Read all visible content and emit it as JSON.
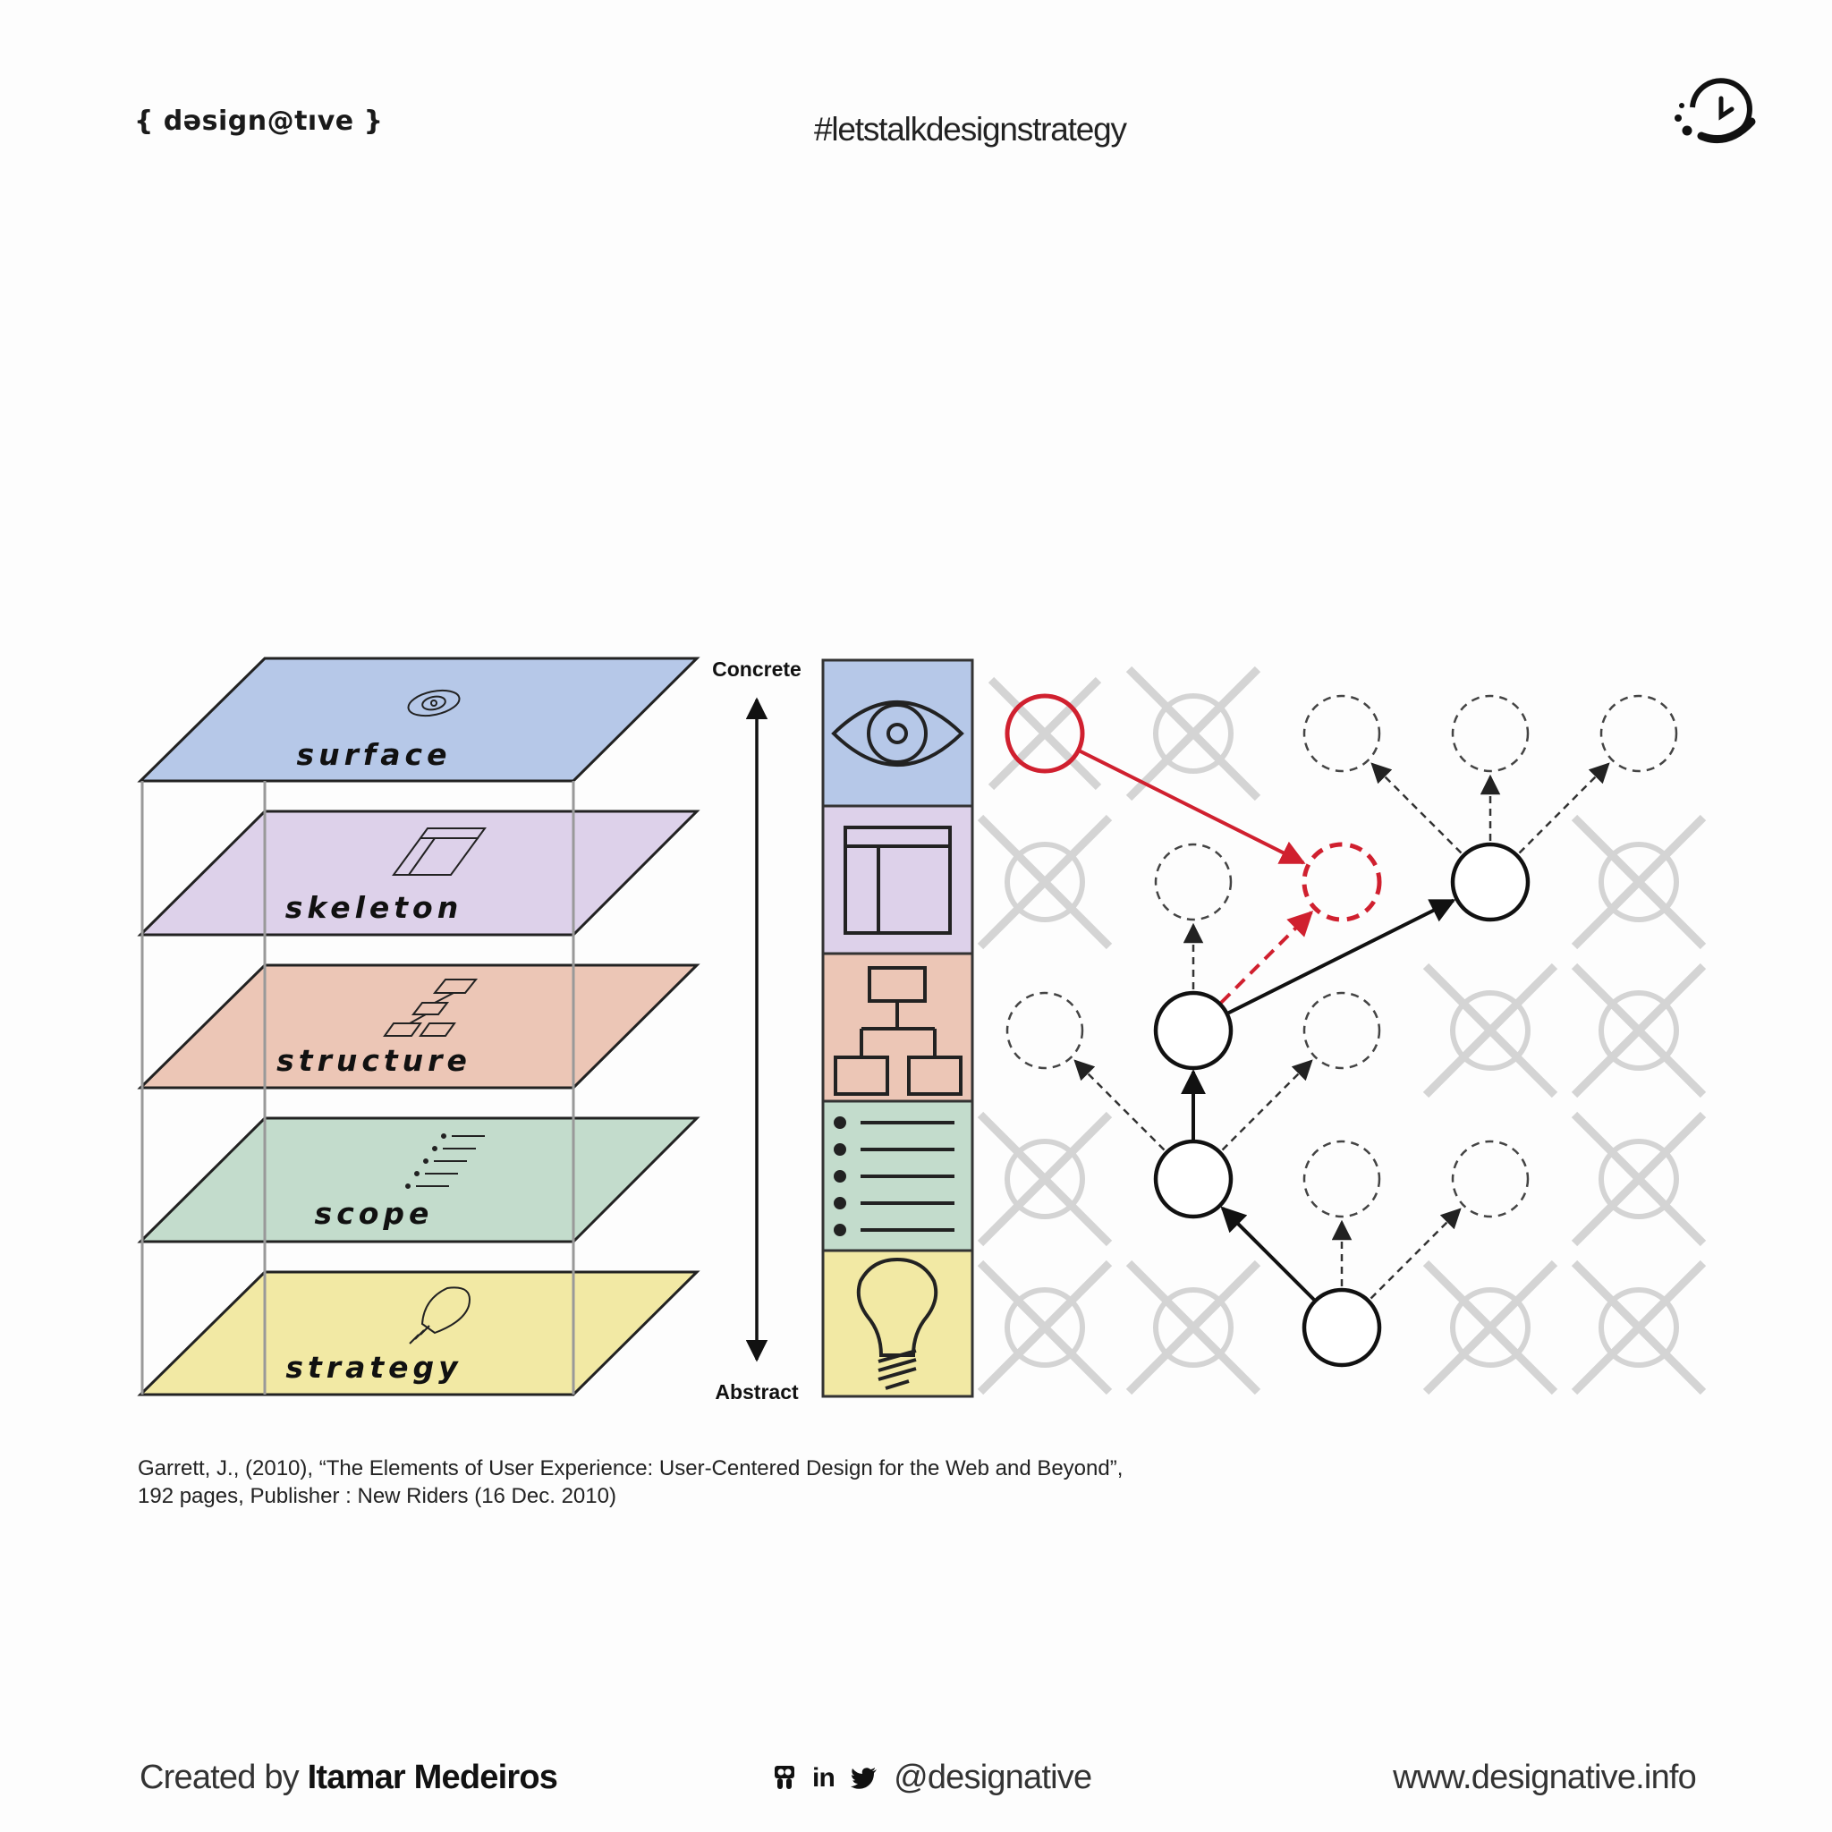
{
  "header": {
    "brand": "{ dəsign@tıve }",
    "hashtag": "#letstalkdesignstrategy",
    "logo_icon": "timer-logo-icon"
  },
  "diagram": {
    "planes": [
      {
        "label": "surface",
        "icon": "eye-icon",
        "color": "#b6c8e8"
      },
      {
        "label": "skeleton",
        "icon": "wireframe-icon",
        "color": "#ddd1ea"
      },
      {
        "label": "structure",
        "icon": "sitemap-icon",
        "color": "#ecc6b6"
      },
      {
        "label": "scope",
        "icon": "list-icon",
        "color": "#c3dccc"
      },
      {
        "label": "strategy",
        "icon": "lightbulb-icon",
        "color": "#f2e9a4"
      }
    ],
    "axis": {
      "top_label": "Concrete",
      "bottom_label": "Abstract"
    },
    "graph": {
      "accent_color": "#d0202f",
      "node_color": "#111111",
      "faded_color": "#cfcfcf"
    }
  },
  "citation": {
    "line1": "Garrett, J., (2010), “The Elements of User Experience: User-Centered Design for the Web and Beyond”,",
    "line2": "192 pages, Publisher : New Riders (16 Dec. 2010)"
  },
  "footer": {
    "created_prefix": "Created by ",
    "author": "Itamar Medeiros",
    "social_icons": [
      "slideshare-icon",
      "linkedin-icon",
      "twitter-icon"
    ],
    "handle": "@designative",
    "url": "www.designative.info"
  }
}
